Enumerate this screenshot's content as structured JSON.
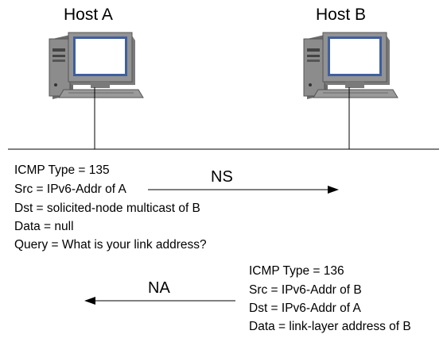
{
  "hosts": {
    "a": {
      "label": "Host A",
      "icon": "desktop-computer-icon"
    },
    "b": {
      "label": "Host B",
      "icon": "desktop-computer-icon"
    }
  },
  "ns_message": {
    "arrow_label": "NS",
    "lines": [
      "ICMP Type = 135",
      "Src = IPv6-Addr of A",
      "Dst = solicited-node multicast of B",
      "Data = null",
      "Query = What is your link address?"
    ]
  },
  "na_message": {
    "arrow_label": "NA",
    "lines": [
      "ICMP Type = 136",
      "Src = IPv6-Addr of B",
      "Dst = IPv6-Addr of A",
      "Data = link-layer address of B"
    ]
  },
  "colors": {
    "computer_body": "#8a8a8a",
    "computer_dark": "#5c5c5c",
    "screen_blue": "#3f5f9f",
    "screen_white": "#ffffff",
    "line": "#000000"
  }
}
